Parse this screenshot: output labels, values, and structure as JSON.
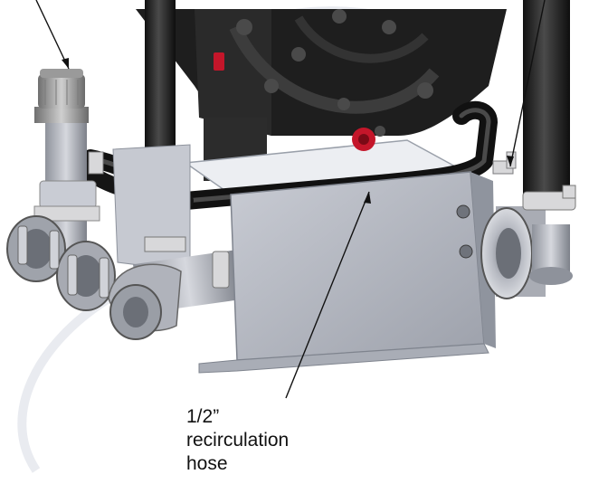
{
  "callout": {
    "lines": [
      "1/2”",
      "recirculation",
      "hose"
    ]
  },
  "colors": {
    "hose": "#2b2b2b",
    "pump_body": "#1e1e1e",
    "bracket": "#b9bcc6",
    "fitting_steel": "#a7aab2",
    "clamp": "#d8d8da",
    "red_plug": "#c4162a",
    "watermark": "#e9ebf0"
  }
}
